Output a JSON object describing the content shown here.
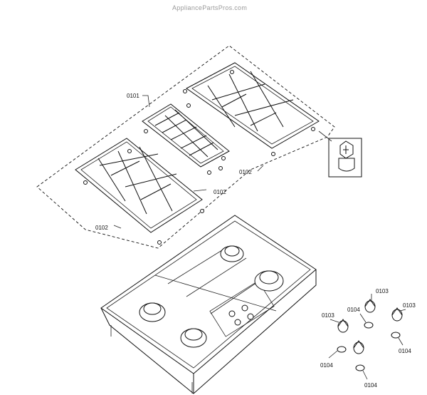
{
  "watermark": "AppliancePartsPros.com",
  "callouts": {
    "grate_center": "0101",
    "grate_right": "0102",
    "grate_left_side": "0102",
    "grate_left": "0102",
    "knob_a": "0103",
    "knob_b": "0103",
    "knob_c": "0103",
    "bezel_a": "0104",
    "bezel_b": "0104",
    "bezel_c": "0104",
    "bezel_d": "0104"
  },
  "icons": [
    "grate-center",
    "grate-right",
    "grate-left",
    "foot-detail",
    "cooktop-body",
    "burner",
    "control-knob",
    "knob-bezel"
  ]
}
